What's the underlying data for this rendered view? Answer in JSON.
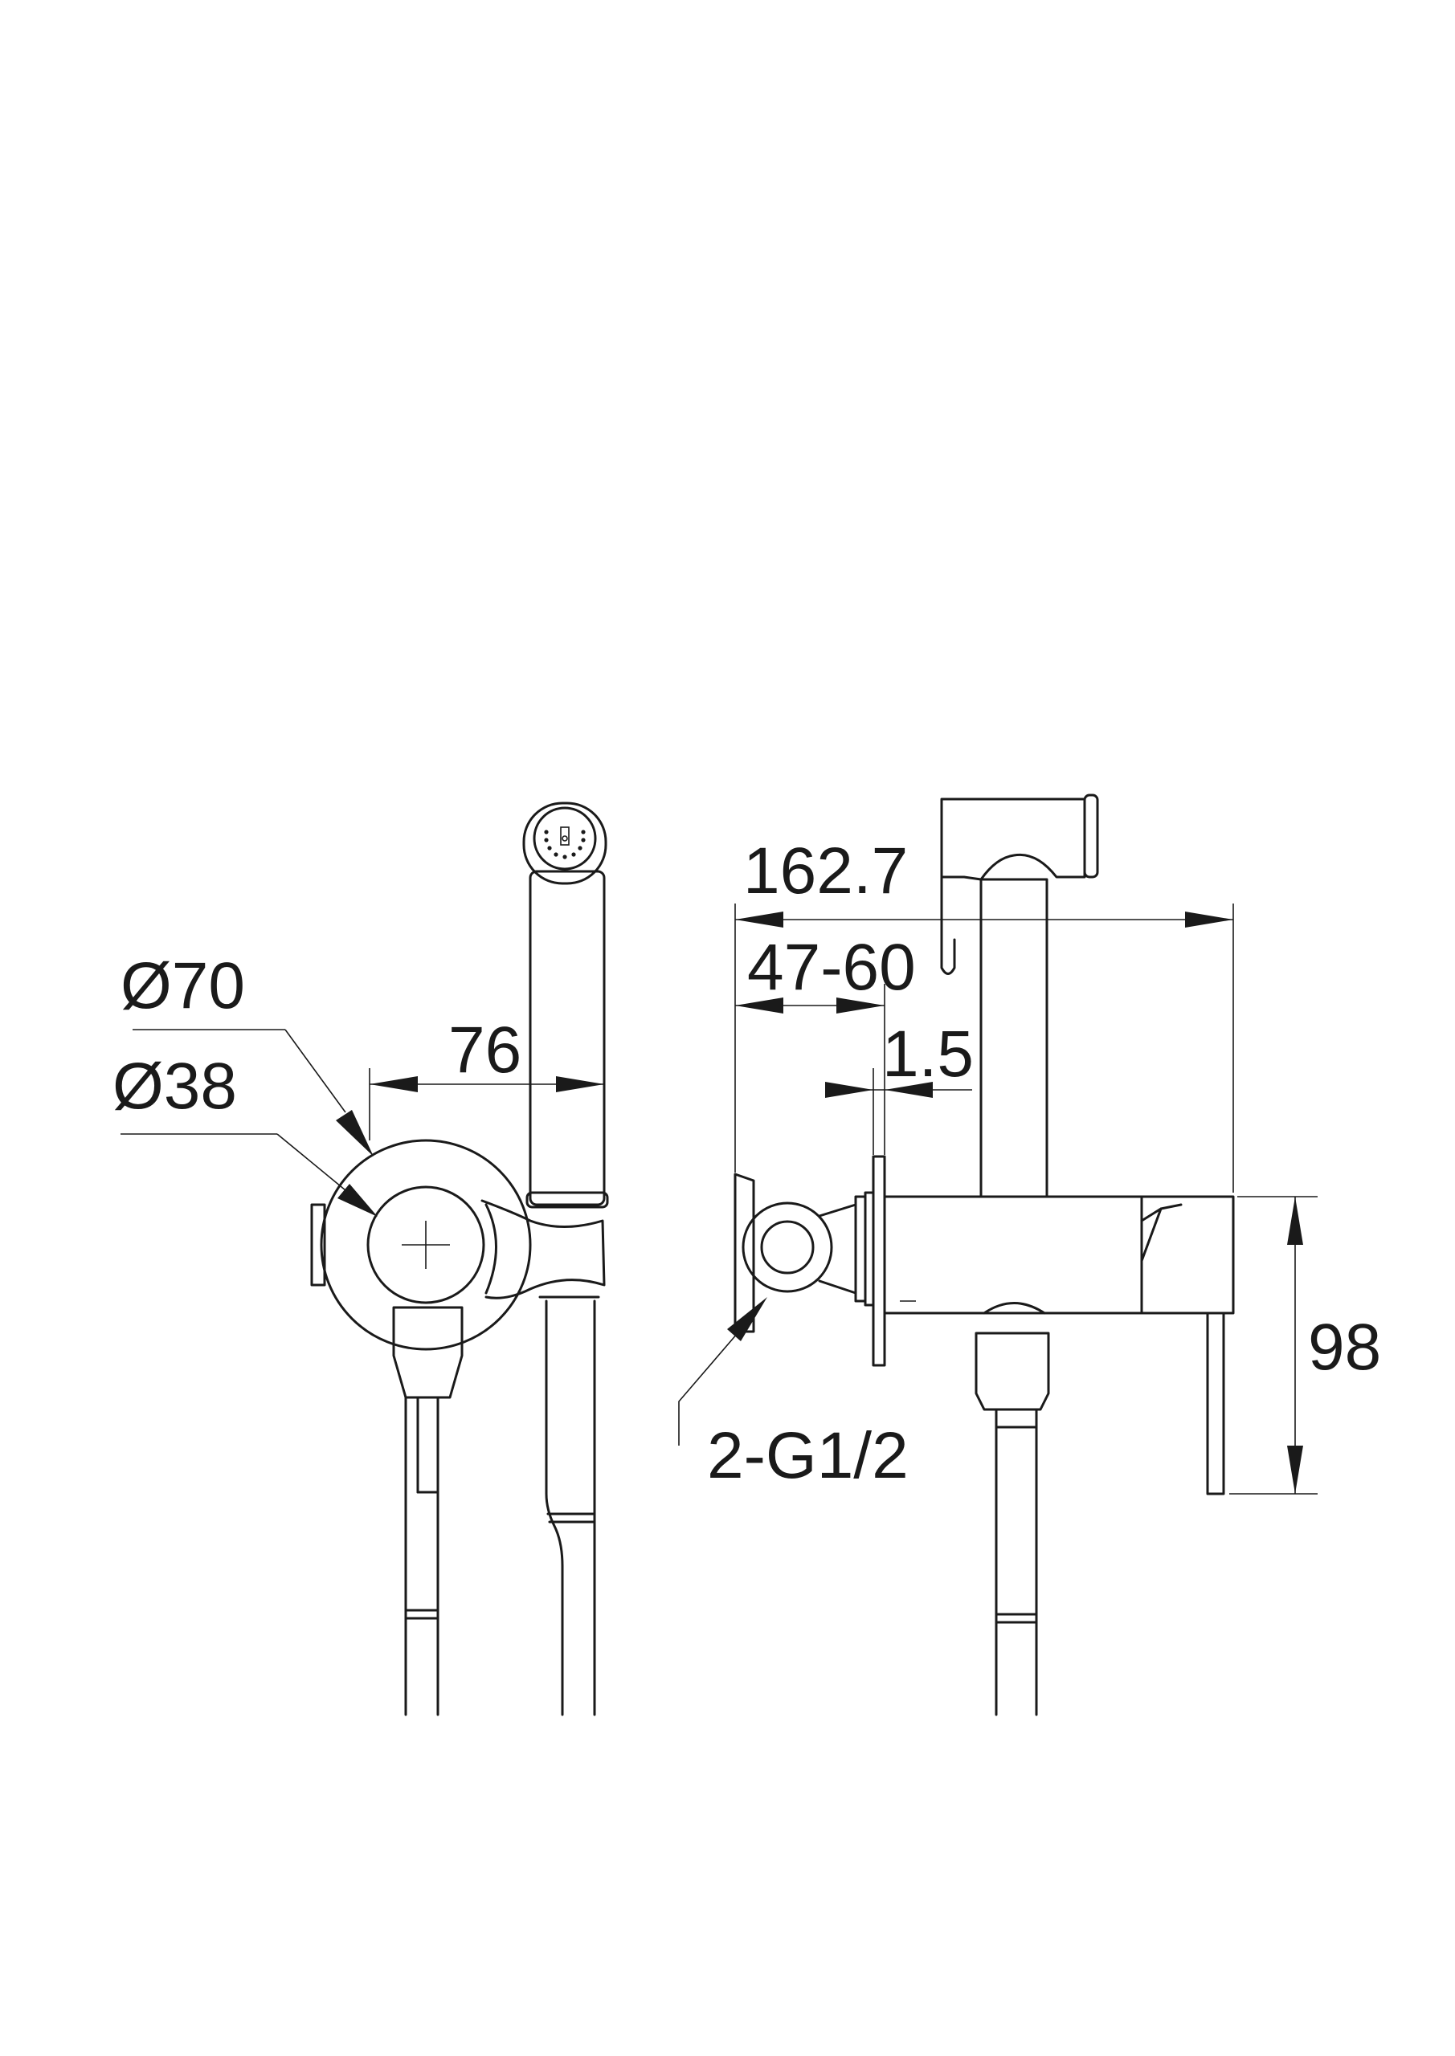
{
  "dimensions": {
    "dia_outer": "Ø70",
    "dia_inner": "Ø38",
    "width_76": "76",
    "total_length": "162.7",
    "wall_range": "47-60",
    "plate_thickness": "1.5",
    "height": "98",
    "thread": "2-G1/2"
  }
}
